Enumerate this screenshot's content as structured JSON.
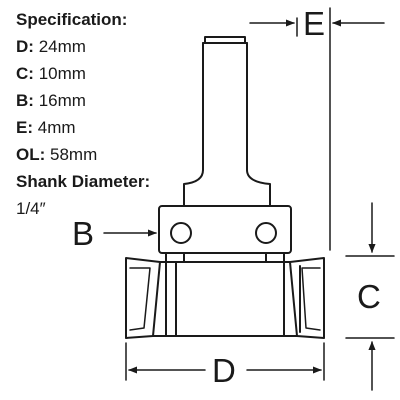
{
  "specification": {
    "heading": "Specification:",
    "rows": [
      {
        "key": "D:",
        "value": "24mm"
      },
      {
        "key": "C:",
        "value": "10mm"
      },
      {
        "key": "B:",
        "value": "16mm"
      },
      {
        "key": "E:",
        "value": "4mm"
      },
      {
        "key": "OL:",
        "value": "58mm"
      }
    ],
    "shank_label": "Shank Diameter:",
    "shank_value": "1/4″"
  },
  "dimension_labels": {
    "B": "B",
    "C": "C",
    "D": "D",
    "E": "E"
  },
  "colors": {
    "line": "#1a1a1a",
    "background": "#ffffff"
  }
}
